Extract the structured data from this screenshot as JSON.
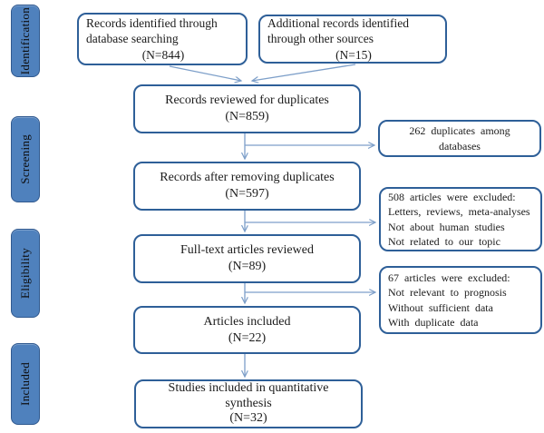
{
  "stages": {
    "identification": "Identification",
    "screening": "Screening",
    "eligibility": "Eligibility",
    "included": "Included"
  },
  "flow": {
    "records_identified": {
      "l1": "Records identified through",
      "l2": "database searching",
      "n": "(N=844)"
    },
    "additional_records": {
      "l1": "Additional records identified",
      "l2": "through other sources",
      "n": "(N=15)"
    },
    "reviewed_duplicates": {
      "l1": "Records reviewed for duplicates",
      "n": "(N=859)"
    },
    "after_removing": {
      "l1": "Records after removing duplicates",
      "n": "(N=597)"
    },
    "fulltext_reviewed": {
      "l1": "Full-text articles reviewed",
      "n": "(N=89)"
    },
    "articles_included": {
      "l1": "Articles included",
      "n": "(N=22)"
    },
    "quantitative_synthesis": {
      "l1": "Studies included in quantitative",
      "l2": "synthesis",
      "n": "(N=32)"
    }
  },
  "exclusions": {
    "duplicates": {
      "l1": "262 duplicates among databases"
    },
    "excluded_508": {
      "l1": "508 articles were excluded:",
      "l2": "Letters, reviews, meta-analyses",
      "l3": "Not about human studies",
      "l4": "Not related to our topic"
    },
    "excluded_67": {
      "l1": "67 articles were excluded:",
      "l2": "Not relevant to prognosis",
      "l3": "Without sufficient data",
      "l4": "With duplicate data"
    }
  },
  "colors": {
    "box_border": "#2e5f98",
    "stage_fill": "#4f81bd",
    "stage_border": "#30598f",
    "arrow": "#7d9fc9",
    "text": "#1b1b1b",
    "background": "#ffffff"
  }
}
